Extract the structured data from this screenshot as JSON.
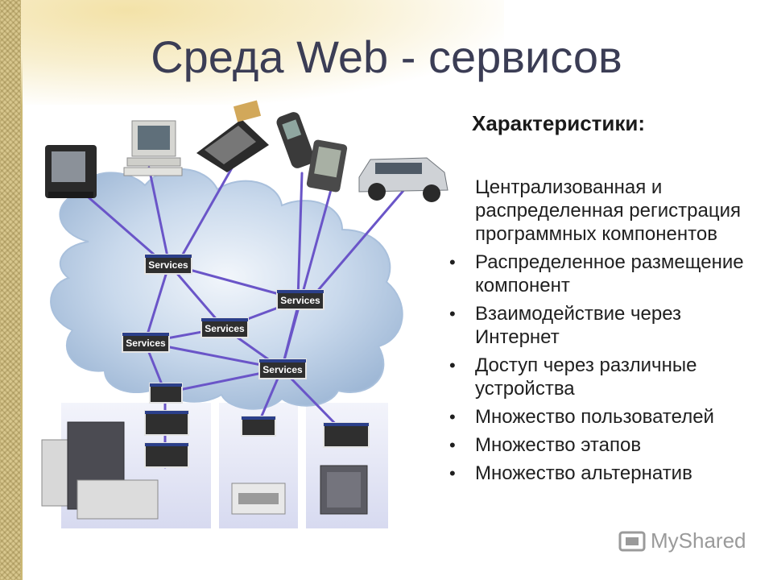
{
  "slide": {
    "title": "Среда Web - сервисов",
    "subtitle": "Характеристики:",
    "bullets": [
      {
        "text": "Централизованная и распределенная регистрация программных компонентов",
        "show_dot": false
      },
      {
        "text": "Распределенное размещение компонент",
        "show_dot": true
      },
      {
        "text": "Взаимодействие через Интернет",
        "show_dot": true
      },
      {
        "text": "Доступ через различные устройства",
        "show_dot": true
      },
      {
        "text": "Множество пользователей",
        "show_dot": true
      },
      {
        "text": "Множество этапов",
        "show_dot": true
      },
      {
        "text": "Множество альтернатив",
        "show_dot": true
      }
    ]
  },
  "diagram": {
    "service_label": "Services",
    "devices": [
      "tv-icon",
      "desktop-computer-icon",
      "card-terminal-icon",
      "mobile-phone-icon",
      "pda-icon",
      "car-icon"
    ],
    "servers": [
      "tower-server-icon",
      "rack-server-icon",
      "storage-server-icon"
    ],
    "colors": {
      "cloud": "#b9cfe6",
      "link": "#6a55c8",
      "box": "#2f2f2f",
      "box_border": "#e4e4e4",
      "box_bar": "#2b3f8a"
    }
  },
  "watermark": {
    "text": "MyShared"
  }
}
